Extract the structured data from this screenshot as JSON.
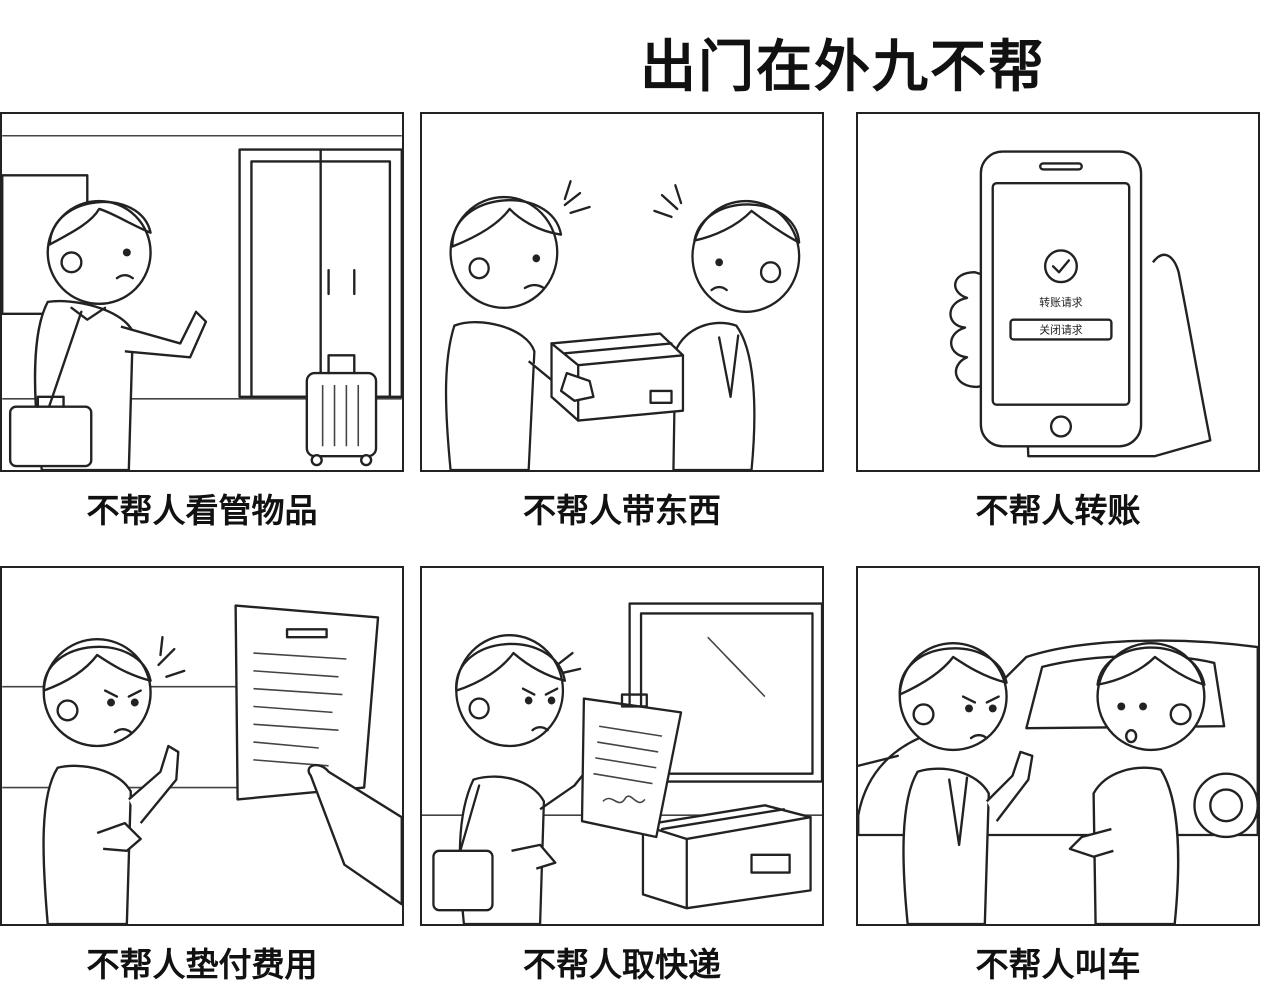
{
  "title": "出门在外九不帮",
  "panels": [
    {
      "caption": "不帮人看管物品"
    },
    {
      "caption": "不帮人带东西"
    },
    {
      "caption": "不帮人转账",
      "phone_status": "转账请求",
      "phone_button": "关闭请求"
    },
    {
      "caption": "不帮人垫付费用"
    },
    {
      "caption": "不帮人取快递"
    },
    {
      "caption": "不帮人叫车"
    }
  ],
  "colors": {
    "line": "#222222",
    "background": "#ffffff"
  }
}
